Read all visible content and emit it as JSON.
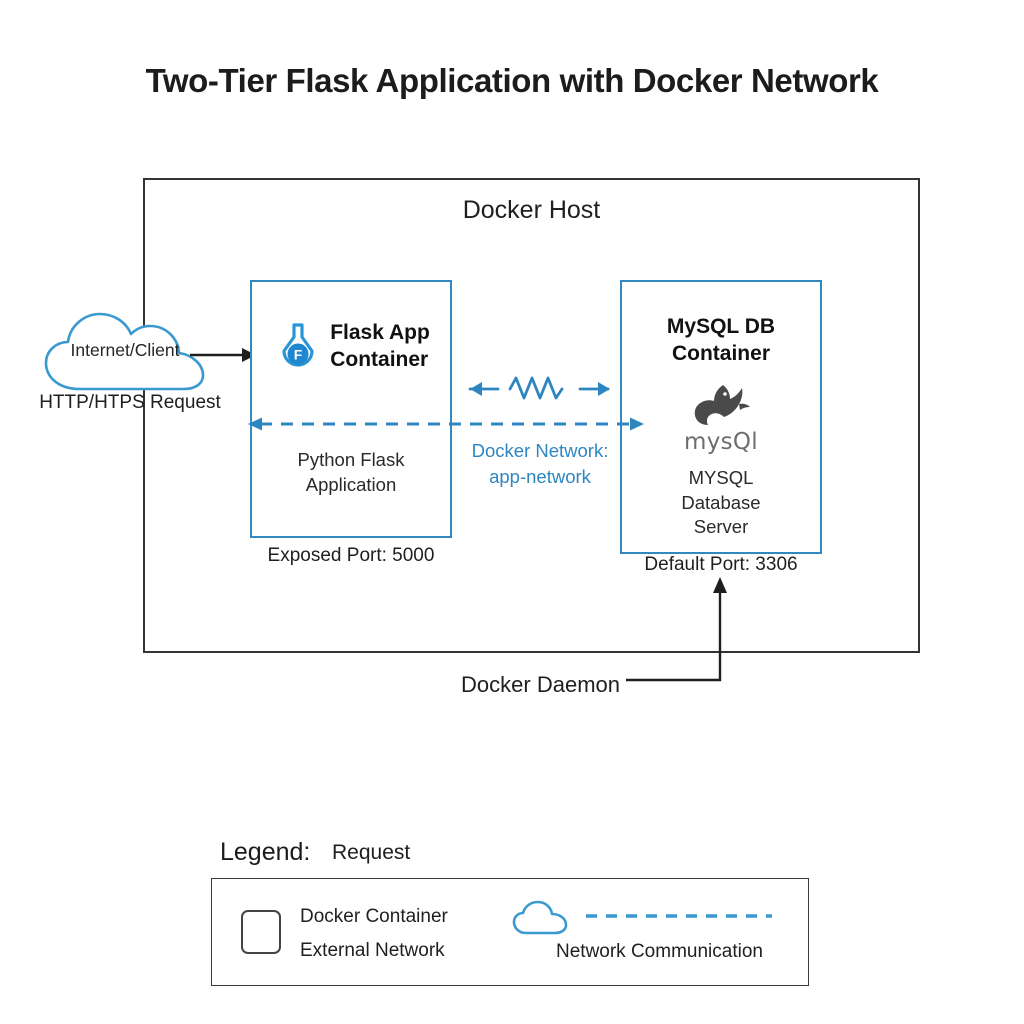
{
  "title": "Two-Tier Flask Application with Docker Network",
  "host": {
    "label": "Docker Host"
  },
  "external": {
    "cloud_label": "Internet/Client",
    "request_label": "HTTP/HTPS Request",
    "cloud_icon": "cloud-icon",
    "arrow_icon": "arrow-right-icon"
  },
  "flask": {
    "icon": "flask-logo-icon",
    "icon_letter": "F",
    "title": "Flask App\nContainer",
    "title_line1": "Flask App",
    "title_line2": "Container",
    "subtitle_line1": "Python Flask",
    "subtitle_line2": "Application",
    "port_label": "Exposed Port: 5000"
  },
  "mysql": {
    "icon": "mysql-dolphin-icon",
    "wordmark": "mysQl",
    "title_line1": "MySQL DB",
    "title_line2": "Container",
    "subtitle_line1": "MYSQL",
    "subtitle_line2": "Database",
    "subtitle_line3": "Server",
    "port_label": "Default Port: 3306"
  },
  "network": {
    "label_line1": "Docker Network:",
    "label_line2": "app-network",
    "link_icon": "bidirectional-zigzag-arrow-icon",
    "dashed_icon": "dashed-bidirectional-arrow-icon"
  },
  "daemon": {
    "label": "Docker Daemon",
    "leader_icon": "elbow-arrow-up-icon"
  },
  "legend": {
    "title": "Legend:",
    "request": "Request",
    "items": [
      {
        "icon": "rounded-square-icon",
        "label": "Docker Container"
      },
      {
        "icon": "none",
        "label": "External Network"
      },
      {
        "icon": "cloud-icon",
        "label": "Network Communication"
      }
    ],
    "docker_container_label": "Docker Container",
    "external_network_label": "External Network",
    "network_communication_label": "Network Communication",
    "cloud_icon": "cloud-icon",
    "dashed_icon": "dashed-line-icon",
    "swatch_icon": "rounded-square-icon"
  },
  "colors": {
    "accent_blue": "#2e86c1",
    "container_border": "#3289c0",
    "host_border": "#333333",
    "text": "#1f1f1f",
    "mysql_gray": "#555555",
    "background": "#ffffff"
  }
}
